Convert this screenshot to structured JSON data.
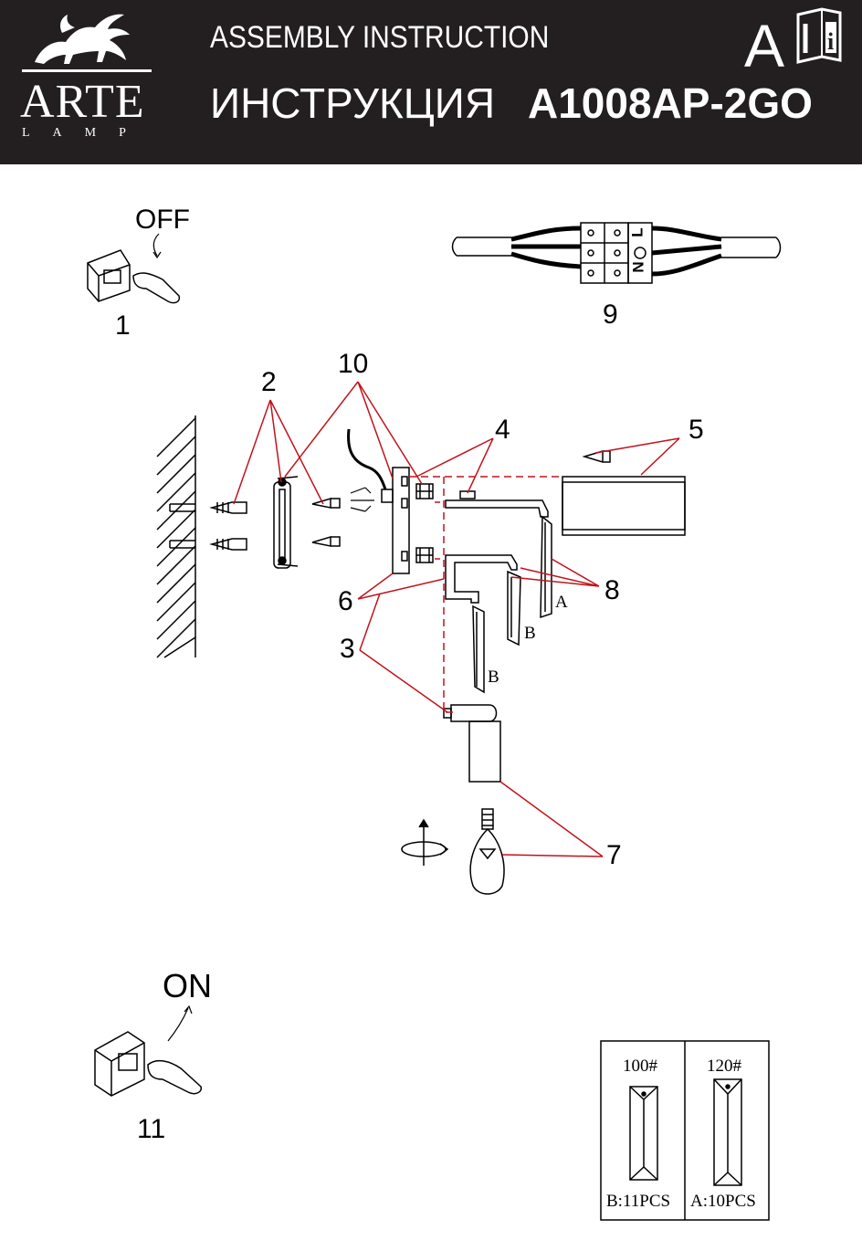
{
  "header": {
    "brand": "ARTE",
    "brand_sub": "LAMP",
    "title_en": "ASSEMBLY INSTRUCTION",
    "title_ru": "ИНСТРУКЦИЯ",
    "model": "A1008AP-2GO",
    "badge_letter": "A",
    "background": "#231f20"
  },
  "switches": {
    "off_label": "OFF",
    "on_label": "ON"
  },
  "steps": {
    "s1": "1",
    "s2": "2",
    "s3": "3",
    "s4": "4",
    "s5": "5",
    "s6": "6",
    "s7": "7",
    "s8": "8",
    "s9": "9",
    "s10": "10",
    "s11": "11"
  },
  "wiring": {
    "terminal_n": "N",
    "terminal_l": "L"
  },
  "crystal_labels": {
    "a": "A",
    "b1": "B",
    "b2": "B"
  },
  "parts_table": {
    "col1": {
      "code": "100#",
      "qty": "B:11PCS"
    },
    "col2": {
      "code": "120#",
      "qty": "A:10PCS"
    }
  },
  "colors": {
    "leader_line": "#c0141c",
    "ink": "#000000"
  }
}
